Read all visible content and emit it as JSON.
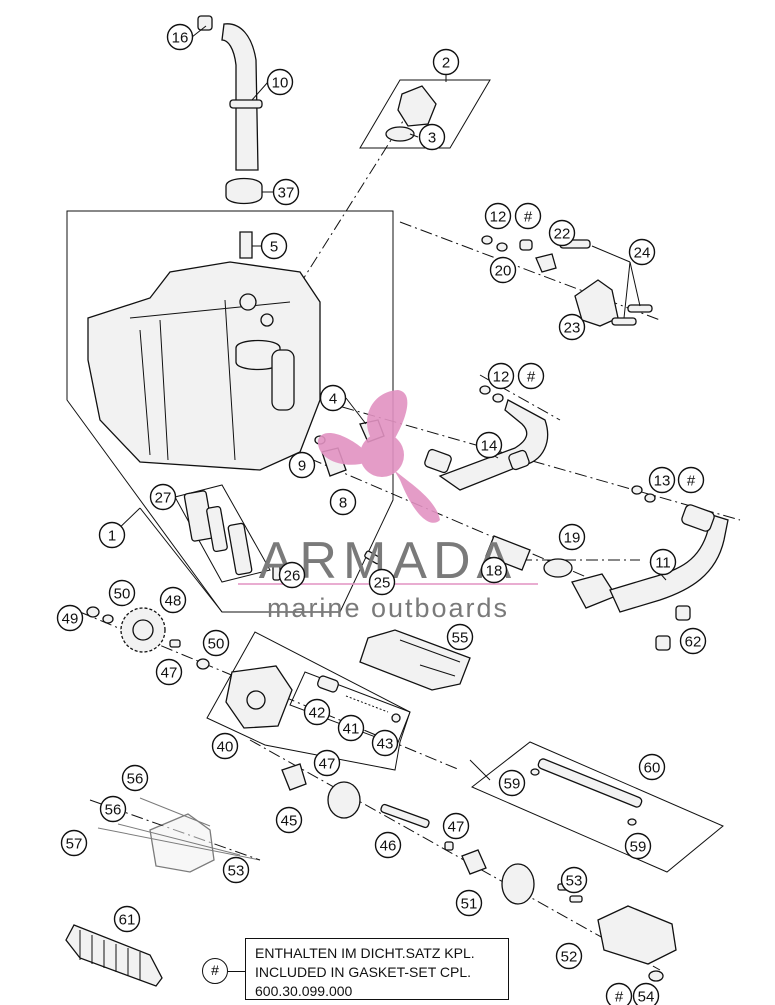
{
  "watermark": {
    "brand": "ARMADA",
    "tagline": "marine outboards",
    "colors": {
      "propeller": "#e292c2",
      "text": "#7a7a7a"
    }
  },
  "note": {
    "marker": "#",
    "lines": [
      "ENTHALTEN IM DICHT.SATZ KPL.",
      "INCLUDED IN GASKET-SET CPL.",
      "600.30.099.000"
    ]
  },
  "callouts": [
    {
      "id": "c16",
      "label": "16"
    },
    {
      "id": "c10",
      "label": "10"
    },
    {
      "id": "c2",
      "label": "2"
    },
    {
      "id": "c3",
      "label": "3"
    },
    {
      "id": "c37",
      "label": "37"
    },
    {
      "id": "c5",
      "label": "5"
    },
    {
      "id": "c12a",
      "label": "12"
    },
    {
      "id": "c12ah",
      "label": "#"
    },
    {
      "id": "c22",
      "label": "22"
    },
    {
      "id": "c20",
      "label": "20"
    },
    {
      "id": "c24",
      "label": "24"
    },
    {
      "id": "c23",
      "label": "23"
    },
    {
      "id": "c12b",
      "label": "12"
    },
    {
      "id": "c12bh",
      "label": "#"
    },
    {
      "id": "c4",
      "label": "4"
    },
    {
      "id": "c14",
      "label": "14"
    },
    {
      "id": "c9",
      "label": "9"
    },
    {
      "id": "c8",
      "label": "8"
    },
    {
      "id": "c13",
      "label": "13"
    },
    {
      "id": "c13h",
      "label": "#"
    },
    {
      "id": "c27",
      "label": "27"
    },
    {
      "id": "c1",
      "label": "1"
    },
    {
      "id": "c19",
      "label": "19"
    },
    {
      "id": "c11",
      "label": "11"
    },
    {
      "id": "c18",
      "label": "18"
    },
    {
      "id": "c26",
      "label": "26"
    },
    {
      "id": "c25",
      "label": "25"
    },
    {
      "id": "c50a",
      "label": "50"
    },
    {
      "id": "c48",
      "label": "48"
    },
    {
      "id": "c49",
      "label": "49"
    },
    {
      "id": "c62",
      "label": "62"
    },
    {
      "id": "c55",
      "label": "55"
    },
    {
      "id": "c50b",
      "label": "50"
    },
    {
      "id": "c47a",
      "label": "47"
    },
    {
      "id": "c42",
      "label": "42"
    },
    {
      "id": "c41",
      "label": "41"
    },
    {
      "id": "c43",
      "label": "43"
    },
    {
      "id": "c40",
      "label": "40"
    },
    {
      "id": "c47b",
      "label": "47"
    },
    {
      "id": "c60",
      "label": "60"
    },
    {
      "id": "c59a",
      "label": "59"
    },
    {
      "id": "c56a",
      "label": "56"
    },
    {
      "id": "c56b",
      "label": "56"
    },
    {
      "id": "c45",
      "label": "45"
    },
    {
      "id": "c47c",
      "label": "47"
    },
    {
      "id": "c46",
      "label": "46"
    },
    {
      "id": "c59b",
      "label": "59"
    },
    {
      "id": "c57",
      "label": "57"
    },
    {
      "id": "c53a",
      "label": "53"
    },
    {
      "id": "c53b",
      "label": "53"
    },
    {
      "id": "c51",
      "label": "51"
    },
    {
      "id": "c61",
      "label": "61"
    },
    {
      "id": "c52",
      "label": "52"
    },
    {
      "id": "c54h",
      "label": "#"
    },
    {
      "id": "c54",
      "label": "54"
    }
  ]
}
